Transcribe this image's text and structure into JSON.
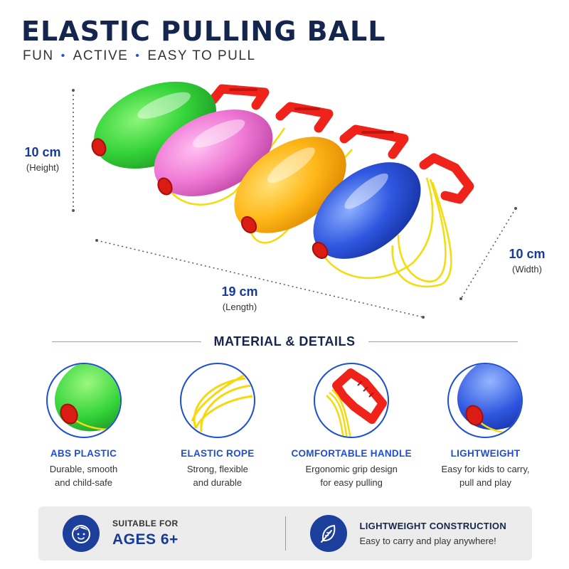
{
  "header": {
    "title": "ELASTIC PULLING BALL",
    "subtitle": [
      "FUN",
      "ACTIVE",
      "EASY TO PULL"
    ],
    "separator": "•"
  },
  "dimensions": {
    "height": {
      "value": "10 cm",
      "label": "(Height)"
    },
    "length": {
      "value": "19 cm",
      "label": "(Length)"
    },
    "width": {
      "value": "10 cm",
      "label": "(Width)"
    }
  },
  "section_title": "MATERIAL & DETAILS",
  "features": [
    {
      "title": "ABS PLASTIC",
      "line1": "Durable, smooth",
      "line2": "and child-safe",
      "icon": "green-ball-closeup"
    },
    {
      "title": "ELASTIC ROPE",
      "line1": "Strong, flexible",
      "line2": "and durable",
      "icon": "yellow-rope-closeup"
    },
    {
      "title": "COMFORTABLE HANDLE",
      "line1": "Ergonomic grip design",
      "line2": "for easy pulling",
      "icon": "red-handle-closeup"
    },
    {
      "title": "LIGHTWEIGHT",
      "line1": "Easy for kids to carry,",
      "line2": "pull and play",
      "icon": "blue-ball-closeup"
    }
  ],
  "bottom_bar": {
    "left": {
      "small": "SUITABLE FOR",
      "big": "AGES 6+",
      "icon": "child-face-icon"
    },
    "right": {
      "head": "LIGHTWEIGHT CONSTRUCTION",
      "sub": "Easy to carry and play anywhere!",
      "icon": "feather-icon"
    }
  },
  "colors": {
    "navy": "#14264d",
    "accent_blue": "#1e4fd0",
    "ball_green": "#35d43a",
    "ball_pink": "#f07ad6",
    "ball_orange": "#ffb718",
    "ball_blue": "#2f57e0",
    "handle_red": "#f0231b",
    "rope_yellow": "#f5e11a"
  }
}
